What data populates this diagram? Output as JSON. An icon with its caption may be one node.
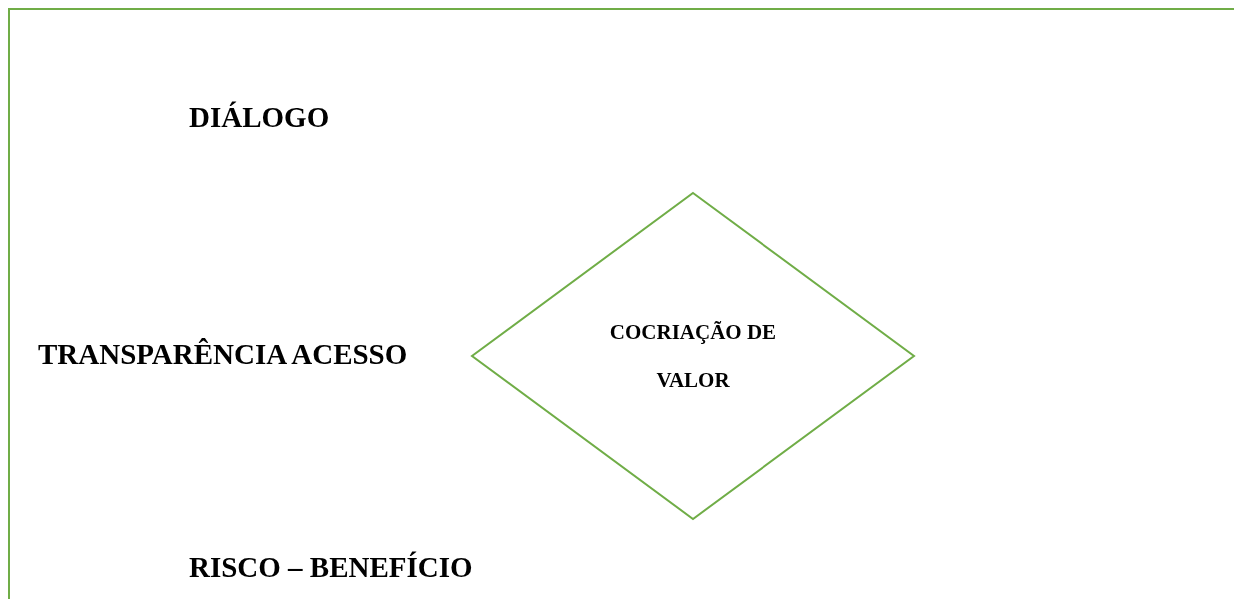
{
  "diagram": {
    "nodes": [
      {
        "text": [],
        "shape": "box"
      },
      {
        "text": [
          "COCRIAÇÃO DE VALOR"
        ],
        "in": 0
      }
    ],
    "labels": [
      "DIÁLOGO",
      "TRANSPARÊNCIA ACESSO",
      "RISCO – BENEFÍCIO"
    ]
  }
}
